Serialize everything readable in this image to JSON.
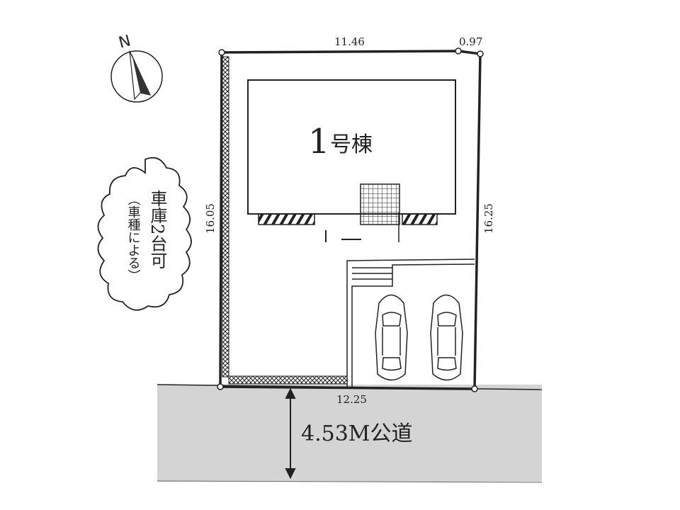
{
  "compass": {
    "label": "N"
  },
  "building": {
    "number": "1",
    "label": "号棟"
  },
  "dimensions": {
    "top": "11.46",
    "top_right": "0.97",
    "left": "16.05",
    "right": "16.25",
    "bottom": "12.25"
  },
  "road": {
    "label": "4.53M公道"
  },
  "note": {
    "line1": "車庫2台可",
    "line2": "（車種による）"
  },
  "colors": {
    "road": "#d4d4d4",
    "line": "#222222"
  }
}
